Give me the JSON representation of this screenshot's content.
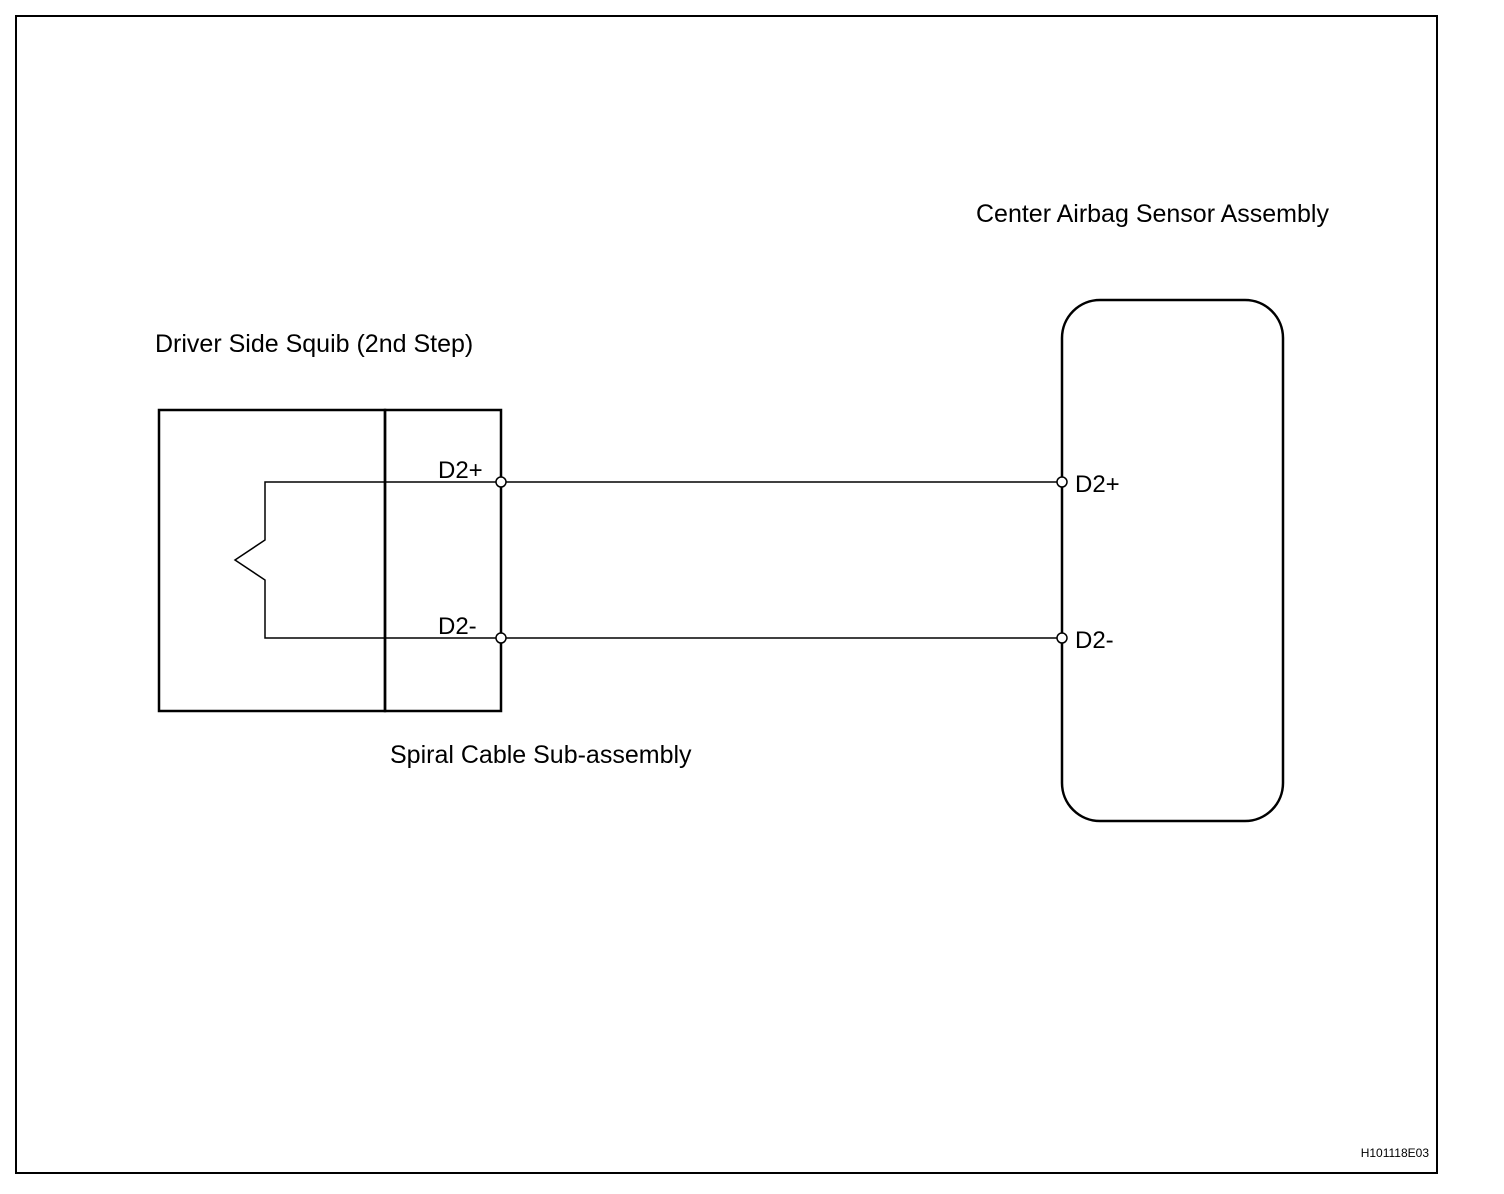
{
  "diagram": {
    "colors": {
      "line": "#000000",
      "background": "#ffffff"
    },
    "components": {
      "squib": {
        "label": "Driver Side Squib (2nd Step)"
      },
      "spiral_cable": {
        "label": "Spiral Cable Sub-assembly"
      },
      "sensor": {
        "label": "Center Airbag Sensor Assembly"
      }
    },
    "pins": {
      "spiral_plus": "D2+",
      "spiral_minus": "D2-",
      "sensor_plus": "D2+",
      "sensor_minus": "D2-"
    },
    "wires": [
      {
        "from": "Spiral Cable Sub-assembly D2+",
        "to": "Center Airbag Sensor Assembly D2+"
      },
      {
        "from": "Spiral Cable Sub-assembly D2-",
        "to": "Center Airbag Sensor Assembly D2-"
      }
    ],
    "figure_id": "H101118E03"
  }
}
